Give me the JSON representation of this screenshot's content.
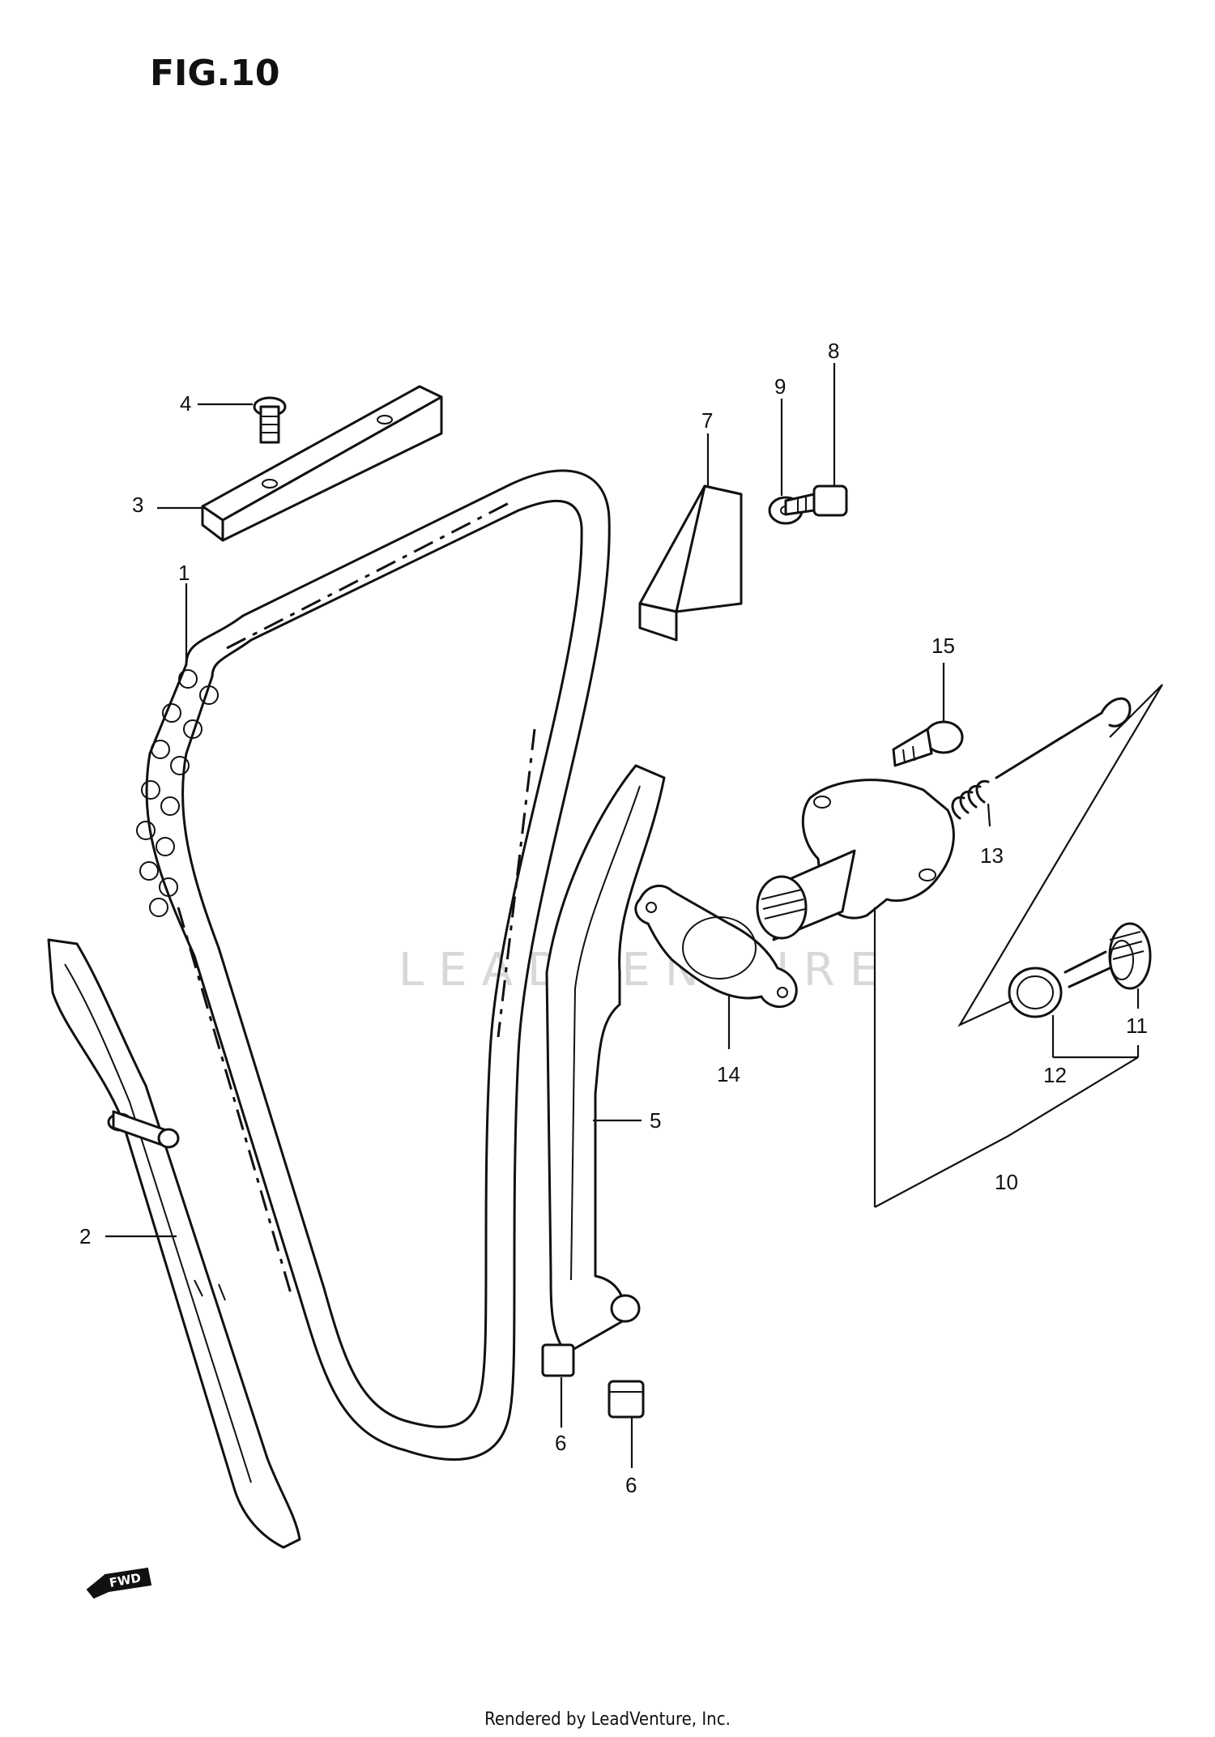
{
  "figure_title": "FIG.10",
  "watermark": "LEADVENTURE",
  "footer": "Rendered by LeadVenture, Inc.",
  "fwd_label": "FWD",
  "callouts": {
    "c1": "1",
    "c2": "2",
    "c3": "3",
    "c4": "4",
    "c5": "5",
    "c6a": "6",
    "c6b": "6",
    "c7": "7",
    "c8": "8",
    "c9": "9",
    "c10": "10",
    "c11": "11",
    "c12": "12",
    "c13": "13",
    "c14": "14",
    "c15": "15"
  }
}
